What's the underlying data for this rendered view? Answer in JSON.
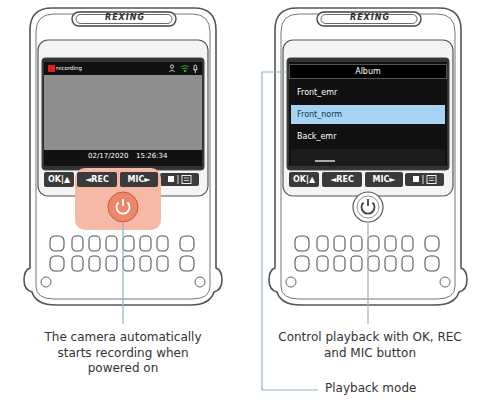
{
  "diagram": {
    "nodes": [
      {
        "text": [
          "recording",
          "02/17/2020",
          "15:26:34"
        ]
      },
      {
        "text": [
          "OK|▲"
        ]
      },
      {
        "text": [
          "◄REC"
        ]
      },
      {
        "text": [
          "MIC►"
        ]
      },
      {
        "text": [
          "Album"
        ]
      },
      {
        "text": [
          "Front_emr"
        ]
      },
      {
        "text": [
          "Front_norm"
        ]
      },
      {
        "text": [
          "Back_emr"
        ]
      },
      {
        "text": [
          "OK|▲"
        ]
      },
      {
        "text": [
          "◄REC"
        ]
      },
      {
        "text": [
          "MIC►"
        ]
      }
    ],
    "labels": [
      "REXING",
      "REXING",
      "The camera automatically starts recording when powered on",
      "Control playback with OK, REC and MIC button",
      "Playback mode"
    ]
  }
}
